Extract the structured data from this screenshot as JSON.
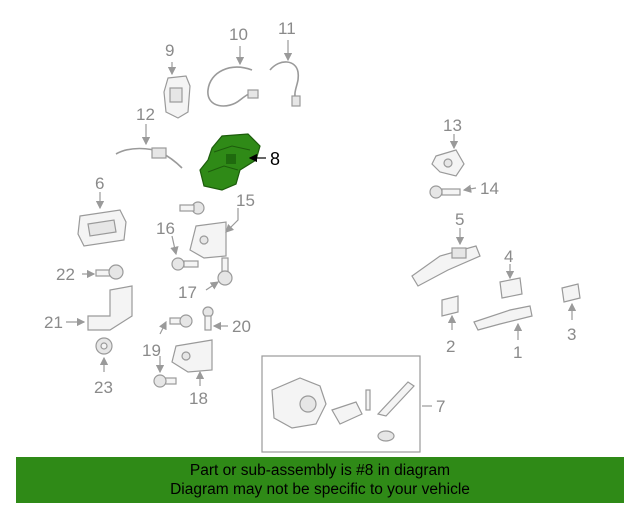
{
  "callouts": {
    "c1": "1",
    "c2": "2",
    "c3": "3",
    "c4": "4",
    "c5": "5",
    "c6": "6",
    "c7": "7",
    "c8": "8",
    "c9": "9",
    "c10": "10",
    "c11": "11",
    "c12": "12",
    "c13": "13",
    "c14": "14",
    "c15": "15",
    "c16": "16",
    "c17": "17",
    "c18": "18",
    "c19": "19",
    "c20": "20",
    "c21": "21",
    "c22": "22",
    "c23": "23"
  },
  "highlight": {
    "color": "#2f8a17"
  },
  "banner": {
    "line1": "Part or sub-assembly is #8 in diagram",
    "line2": "Diagram may not be specific to your vehicle",
    "color": "#2f8a17"
  }
}
